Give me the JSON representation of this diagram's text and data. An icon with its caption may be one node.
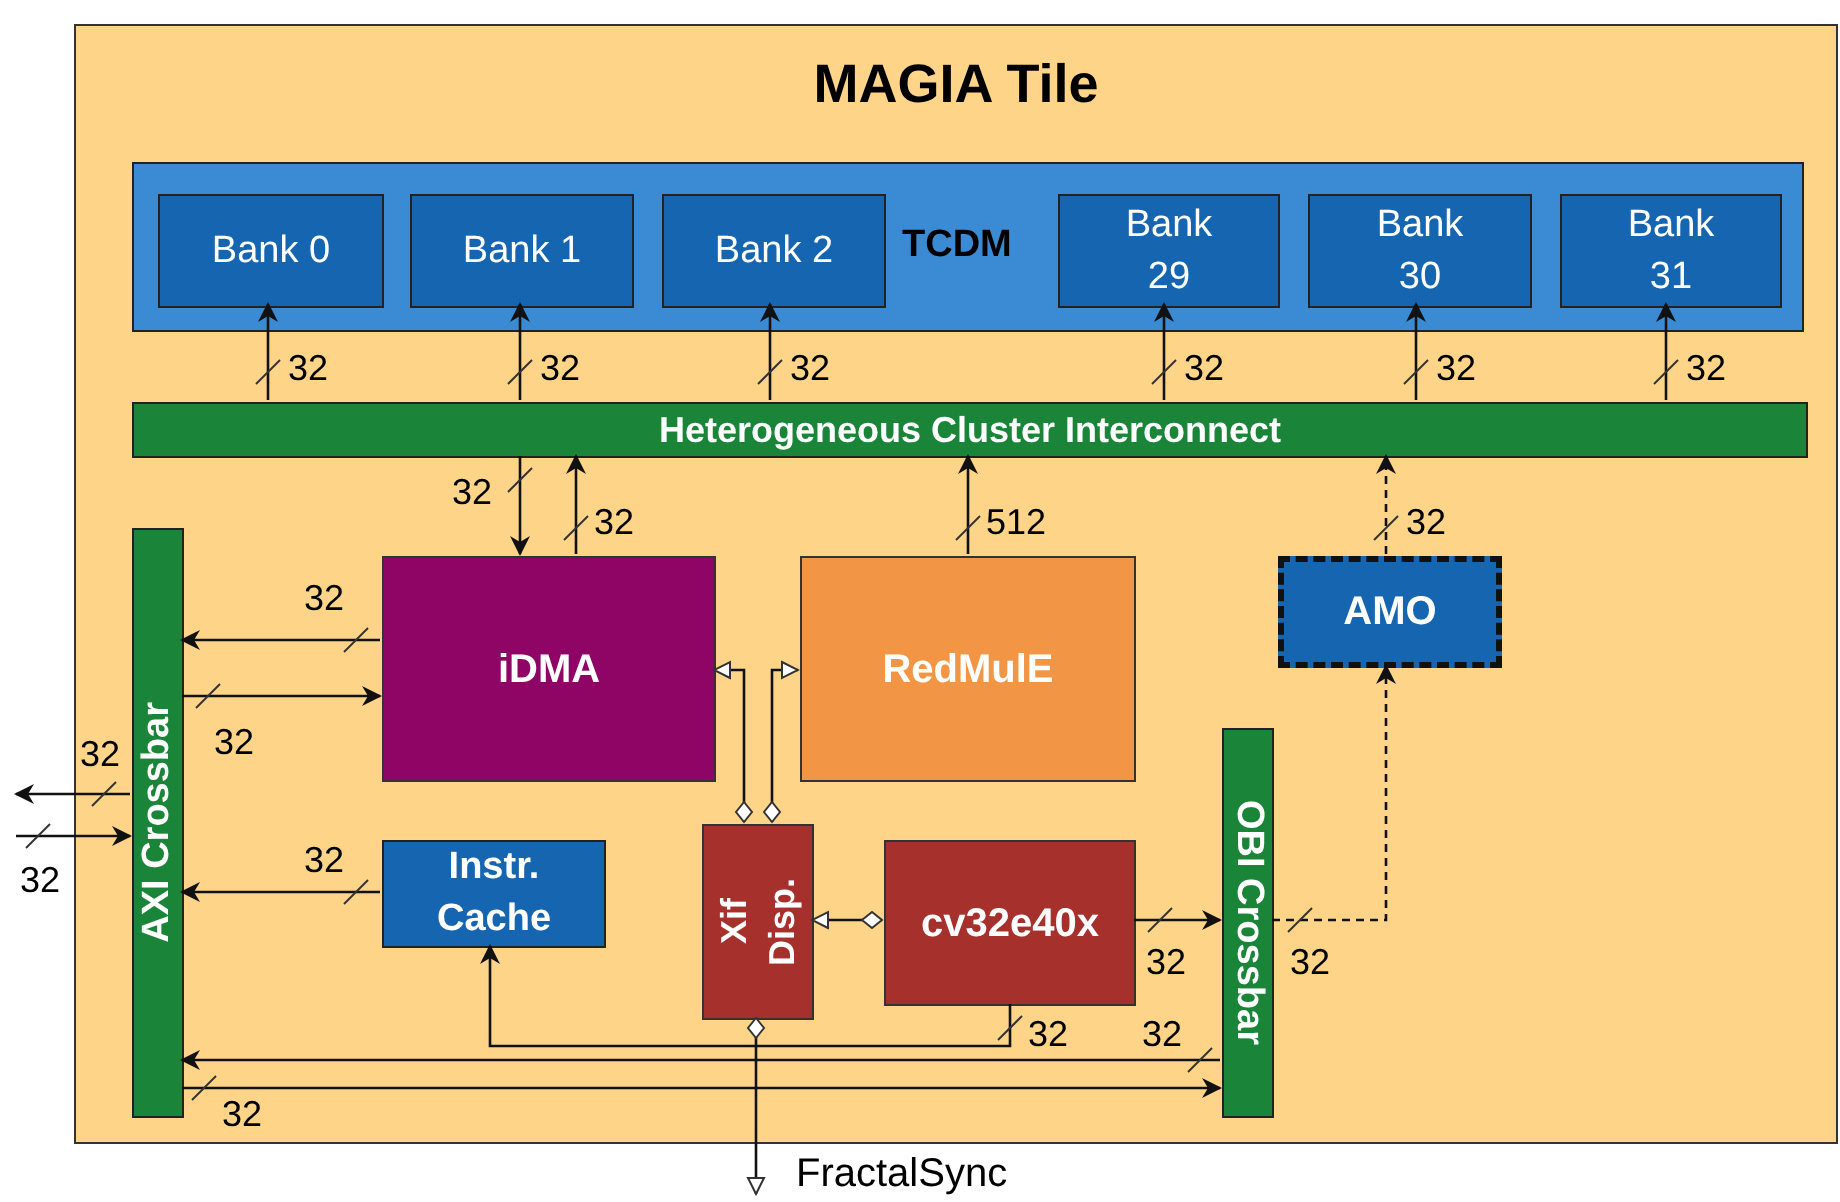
{
  "diagram": {
    "nodes": [
      {
        "text": [
          "MAGIA Tile"
        ]
      },
      {
        "text": [
          "TCDM"
        ],
        "in": 0
      },
      {
        "text": [
          "Bank 0"
        ],
        "in": 1
      },
      {
        "text": [
          "Bank 1"
        ],
        "in": 1
      },
      {
        "text": [
          "Bank 2"
        ],
        "in": 1
      },
      {
        "text": [
          "Bank 29"
        ],
        "in": 1
      },
      {
        "text": [
          "Bank 30"
        ],
        "in": 1
      },
      {
        "text": [
          "Bank 31"
        ],
        "in": 1
      },
      {
        "text": [
          "Heterogeneous Cluster Interconnect"
        ],
        "in": 0
      },
      {
        "text": [
          "AXI Crossbar"
        ],
        "in": 0
      },
      {
        "text": [
          "iDMA"
        ],
        "in": 0
      },
      {
        "text": [
          "RedMulE"
        ],
        "in": 0
      },
      {
        "text": [
          "AMO"
        ],
        "in": 0
      },
      {
        "text": [
          "Instr. Cache"
        ],
        "in": 0
      },
      {
        "text": [
          "Xif",
          "Disp."
        ],
        "in": 0
      },
      {
        "text": [
          "cv32e40x"
        ],
        "in": 0
      },
      {
        "text": [
          "OBI Crossbar"
        ],
        "in": 0
      }
    ],
    "edges": [
      {
        "from": 8,
        "to": 2,
        "arrow": "to",
        "label": "32"
      },
      {
        "from": 8,
        "to": 3,
        "arrow": "to",
        "label": "32"
      },
      {
        "from": 8,
        "to": 4,
        "arrow": "to",
        "label": "32"
      },
      {
        "from": 8,
        "to": 5,
        "arrow": "to",
        "label": "32"
      },
      {
        "from": 8,
        "to": 6,
        "arrow": "to",
        "label": "32"
      },
      {
        "from": 8,
        "to": 7,
        "arrow": "to",
        "label": "32"
      },
      {
        "from": 8,
        "to": 10,
        "arrow": "to",
        "label": "32"
      },
      {
        "from": 10,
        "to": 8,
        "arrow": "to",
        "label": "32"
      },
      {
        "from": 11,
        "to": 8,
        "arrow": "to",
        "label": "512"
      },
      {
        "from": 12,
        "to": 8,
        "arrow": "to",
        "label": "32",
        "style": "dashed"
      },
      {
        "from": 10,
        "to": 9,
        "arrow": "to",
        "label": "32"
      },
      {
        "from": 9,
        "to": 10,
        "arrow": "to",
        "label": "32"
      },
      {
        "from": 9,
        "to": null,
        "arrow": "to",
        "label": "32"
      },
      {
        "from": null,
        "to": 9,
        "arrow": "to",
        "label": "32"
      },
      {
        "from": 13,
        "to": 9,
        "arrow": "to",
        "label": "32"
      },
      {
        "from": 14,
        "to": 10,
        "arrow": "to"
      },
      {
        "from": 14,
        "to": 11,
        "arrow": "to"
      },
      {
        "from": 15,
        "to": 14,
        "arrow": "to"
      },
      {
        "from": 15,
        "to": 16,
        "arrow": "to",
        "label": "32"
      },
      {
        "from": 16,
        "to": 12,
        "arrow": "to",
        "label": "32",
        "style": "dashed"
      },
      {
        "from": 15,
        "to": 13,
        "arrow": "to",
        "label": "32"
      },
      {
        "from": 16,
        "to": 9,
        "arrow": "to",
        "label": "32"
      },
      {
        "from": 9,
        "to": 16,
        "arrow": "to",
        "label": "32"
      },
      {
        "from": 14,
        "to": null,
        "arrow": "to"
      }
    ],
    "labels": [
      "FractalSync"
    ]
  }
}
